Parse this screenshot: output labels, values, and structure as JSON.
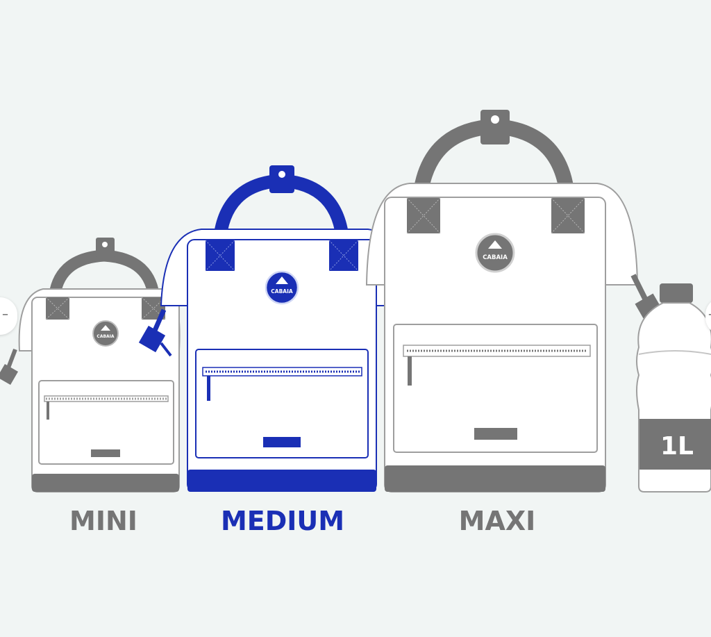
{
  "sizes": [
    {
      "id": "mini",
      "label": "MINI",
      "selected": false
    },
    {
      "id": "medium",
      "label": "MEDIUM",
      "selected": true
    },
    {
      "id": "maxi",
      "label": "MAXI",
      "selected": false
    }
  ],
  "bottle": {
    "label": "1L"
  },
  "logo_text": "CABAIA",
  "colors": {
    "background": "#f1f5f4",
    "inactive": "#757575",
    "active": "#1a2fb5",
    "body_fill": "#ffffff"
  },
  "nav": {
    "prev_glyph": "–",
    "next_glyph": "–"
  }
}
